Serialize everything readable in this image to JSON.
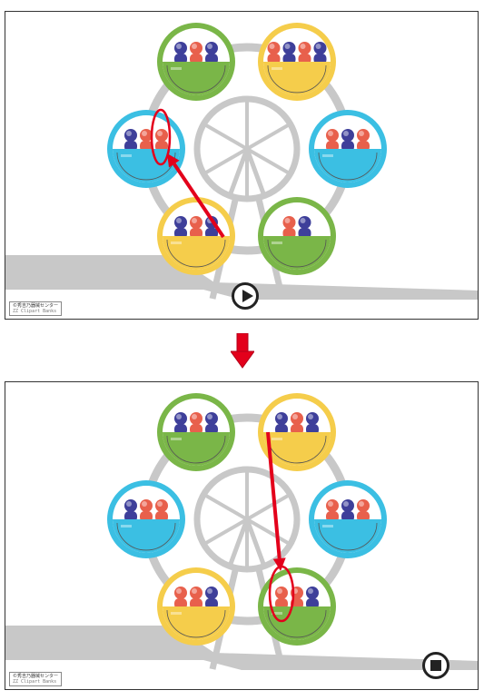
{
  "colors": {
    "green": "#7ab648",
    "yellow": "#f5cd4b",
    "cyan": "#3bbfe3",
    "frame_gray": "#c8c8c8",
    "arrow_red": "#e3001b",
    "person_red": "#e8604c",
    "person_blue": "#3e3f9a"
  },
  "top_panel": {
    "gondolas": [
      {
        "color": "green",
        "people": [
          "blue",
          "red",
          "blue"
        ]
      },
      {
        "color": "yellow",
        "people": [
          "red",
          "blue",
          "red",
          "blue"
        ]
      },
      {
        "color": "cyan",
        "people": [
          "blue",
          "red",
          "red"
        ]
      },
      {
        "color": "cyan",
        "people": [
          "red",
          "blue",
          "red"
        ]
      },
      {
        "color": "yellow",
        "people": [
          "blue",
          "red",
          "blue"
        ]
      },
      {
        "color": "green",
        "people": [
          "red",
          "blue"
        ]
      }
    ],
    "control": "play-icon"
  },
  "bottom_panel": {
    "gondolas": [
      {
        "color": "green",
        "people": [
          "blue",
          "red",
          "blue"
        ]
      },
      {
        "color": "yellow",
        "people": [
          "blue",
          "red",
          "blue"
        ]
      },
      {
        "color": "cyan",
        "people": [
          "blue",
          "red",
          "red"
        ]
      },
      {
        "color": "cyan",
        "people": [
          "red",
          "blue",
          "red"
        ]
      },
      {
        "color": "yellow",
        "people": [
          "red",
          "red",
          "blue"
        ]
      },
      {
        "color": "green",
        "people": [
          "red",
          "red",
          "blue"
        ]
      }
    ],
    "control": "stop-icon"
  },
  "credit": {
    "line1": "©秀吉乃器械センター",
    "line2": "ZZ Clipart Banks"
  },
  "between_arrow_icon": "down-arrow-icon"
}
